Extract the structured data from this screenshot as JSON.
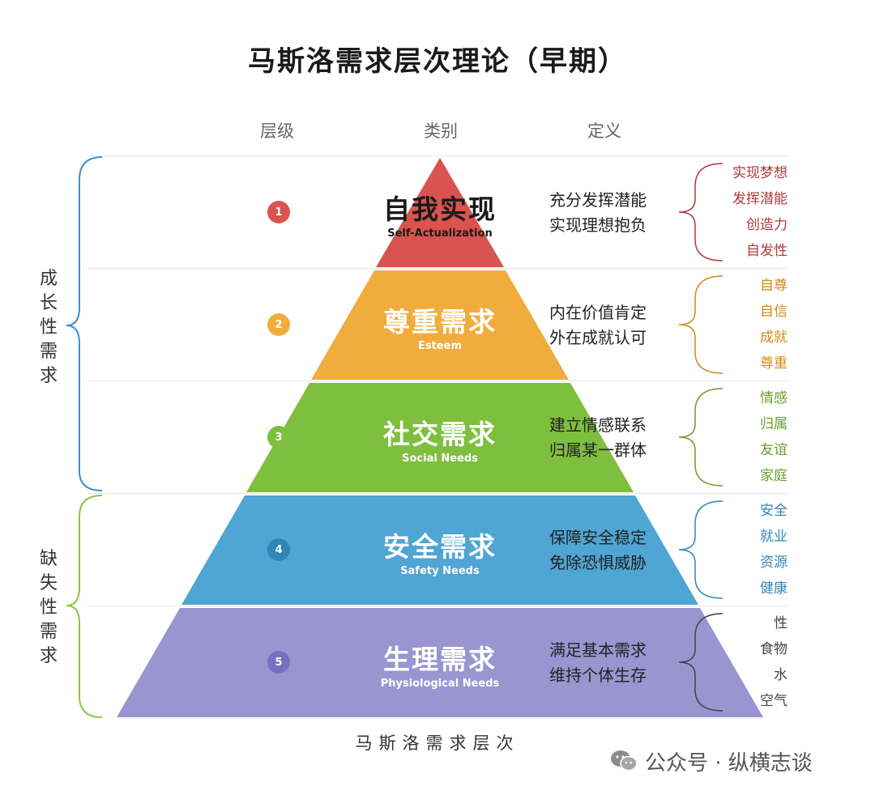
{
  "title": "马斯洛需求层次理论（早期）",
  "headers": {
    "level": "层级",
    "category": "类别",
    "definition": "定义"
  },
  "groups": {
    "growth": "成长性需求",
    "deficiency": "缺失性需求"
  },
  "levels": [
    {
      "num": "1",
      "cn": "自我实现",
      "en": "Self-Actualization",
      "color": "#d9534f",
      "num_color": "#d9534f",
      "cn_color": "#1a1a1a",
      "en_color": "#1a1a1a",
      "def": [
        "充分发挥潜能",
        "实现理想抱负"
      ],
      "keywords": [
        "实现梦想",
        "发挥潜能",
        "创造力",
        "自发性"
      ],
      "kw_color": "#b03a3a"
    },
    {
      "num": "2",
      "cn": "尊重需求",
      "en": "Esteem",
      "color": "#f0ad3e",
      "num_color": "#f0ad3e",
      "cn_color": "#ffffff",
      "en_color": "#ffffff",
      "def": [
        "内在价值肯定",
        "外在成就认可"
      ],
      "keywords": [
        "自尊",
        "自信",
        "成就",
        "尊重"
      ],
      "kw_color": "#d48a1a"
    },
    {
      "num": "3",
      "cn": "社交需求",
      "en": "Social Needs",
      "color": "#7fbf3f",
      "num_color": "#7fbf3f",
      "cn_color": "#ffffff",
      "en_color": "#ffffff",
      "def": [
        "建立情感联系",
        "归属某一群体"
      ],
      "keywords": [
        "情感",
        "归属",
        "友谊",
        "家庭"
      ],
      "kw_color": "#6a9e2e"
    },
    {
      "num": "4",
      "cn": "安全需求",
      "en": "Safety Needs",
      "color": "#4fa5d3",
      "num_color": "#2f86b8",
      "cn_color": "#ffffff",
      "en_color": "#ffffff",
      "def": [
        "保障安全稳定",
        "免除恐惧威胁"
      ],
      "keywords": [
        "安全",
        "就业",
        "资源",
        "健康"
      ],
      "kw_color": "#2f86b8"
    },
    {
      "num": "5",
      "cn": "生理需求",
      "en": "Physiological Needs",
      "color": "#9a95d1",
      "num_color": "#7670c0",
      "cn_color": "#ffffff",
      "en_color": "#ffffff",
      "def": [
        "满足基本需求",
        "维持个体生存"
      ],
      "keywords": [
        "性",
        "食物",
        "水",
        "空气"
      ],
      "kw_color": "#444444"
    }
  ],
  "footer": "马斯洛需求层次",
  "watermark": "公众号 · 纵横志谈",
  "colors": {
    "growth_brace": "#3d8fd1",
    "deficiency_brace": "#8cc63f"
  }
}
